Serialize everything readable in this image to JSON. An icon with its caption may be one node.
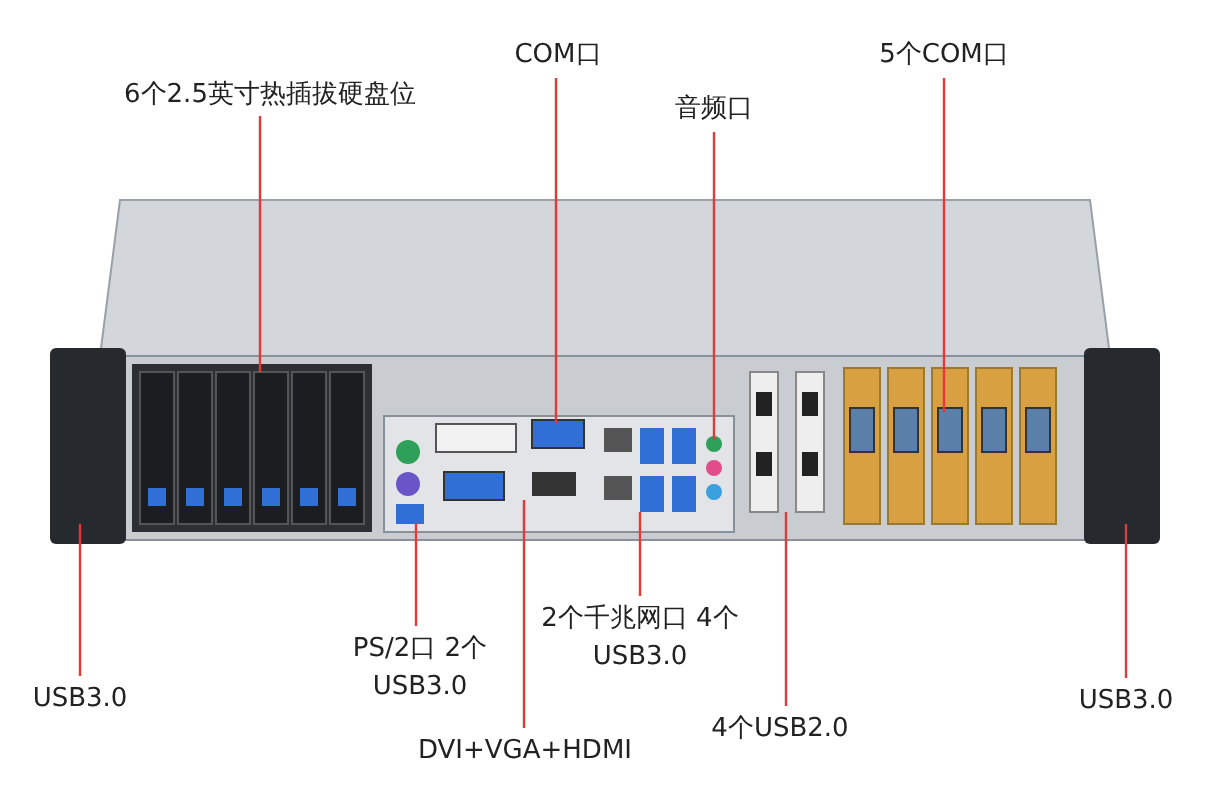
{
  "diagram": {
    "nodes": [
      {
        "text": [
          "6个2.5英寸热插拔硬盘位"
        ]
      },
      {
        "text": [
          "COM口"
        ]
      },
      {
        "text": [
          "音频口"
        ]
      },
      {
        "text": [
          "5个COM口"
        ]
      },
      {
        "text": [
          "USB3.0"
        ]
      },
      {
        "text": [
          "PS/2口 2个USB3.0"
        ]
      },
      {
        "text": [
          "2个千兆网口 4个USB3.0"
        ]
      },
      {
        "text": [
          "DVI+VGA+HDMI"
        ]
      },
      {
        "text": [
          "4个USB2.0"
        ]
      },
      {
        "text": [
          "USB3.0"
        ]
      }
    ],
    "edges": [
      {
        "from": 0,
        "to": null,
        "arrow": "none"
      },
      {
        "from": 1,
        "to": null,
        "arrow": "none"
      },
      {
        "from": 2,
        "to": null,
        "arrow": "none"
      },
      {
        "from": 3,
        "to": null,
        "arrow": "none"
      },
      {
        "from": 4,
        "to": null,
        "arrow": "none"
      },
      {
        "from": 5,
        "to": null,
        "arrow": "none"
      },
      {
        "from": 6,
        "to": null,
        "arrow": "none"
      },
      {
        "from": 7,
        "to": null,
        "arrow": "none"
      },
      {
        "from": 8,
        "to": null,
        "arrow": "none"
      },
      {
        "from": 9,
        "to": null,
        "arrow": "none"
      }
    ]
  }
}
